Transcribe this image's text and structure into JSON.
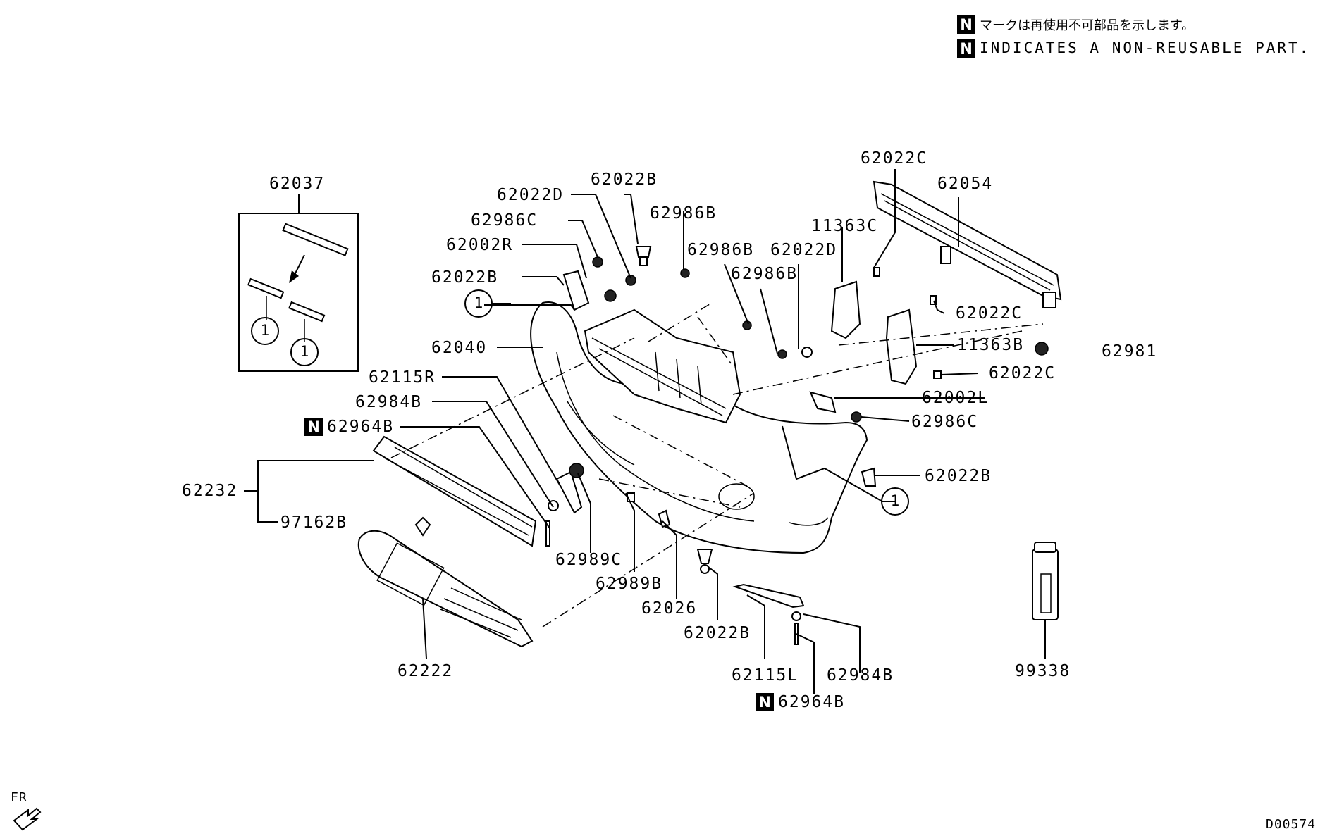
{
  "legend": {
    "line1_badge": "N",
    "line1_text": "マークは再使用不可部品を示します。",
    "line2_badge": "N",
    "line2_text": "INDICATES A NON-REUSABLE PART."
  },
  "labels": {
    "p62037": "62037",
    "p62022D_top": "62022D",
    "p62022B_top": "62022B",
    "p62986C_top": "62986C",
    "p62002R": "62002R",
    "p62022B_left": "62022B",
    "p62040": "62040",
    "p62115R": "62115R",
    "p62984B_left": "62984B",
    "p62964B_left": "62964B",
    "p62232": "62232",
    "p97162B": "97162B",
    "p62222": "62222",
    "p62986B_a": "62986B",
    "p62986B_b": "62986B",
    "p62022D_mid": "62022D",
    "p62986B_c": "62986B",
    "p11363C": "11363C",
    "p62022C_top": "62022C",
    "p62054": "62054",
    "p62022C_mid": "62022C",
    "p11363B": "11363B",
    "p62981": "62981",
    "p62022C_low": "62022C",
    "p62002L": "62002L",
    "p62986C_right": "62986C",
    "p62022B_right": "62022B",
    "p62989C": "62989C",
    "p62989B": "62989B",
    "p62026": "62026",
    "p62022B_bottom": "62022B",
    "p62115L": "62115L",
    "p62984B_right": "62984B",
    "p62964B_bottom": "62964B",
    "p99338": "99338"
  },
  "badges": {
    "n_left": "N",
    "n_bottom": "N"
  },
  "callouts": {
    "c1": "1",
    "c2": "1",
    "c3": "1",
    "c4": "1"
  },
  "footer": {
    "direction": "FR",
    "diagram_id": "D00574"
  }
}
